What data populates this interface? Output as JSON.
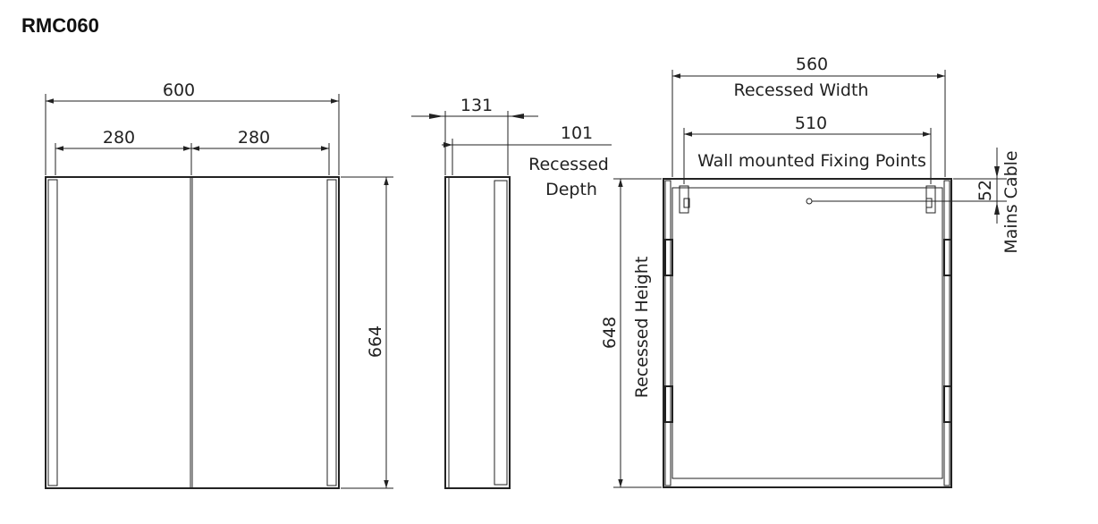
{
  "title": "RMC060",
  "front": {
    "width_total": "600",
    "door_left": "280",
    "door_right": "280",
    "height": "664"
  },
  "side": {
    "depth_total": "131",
    "depth_recessed": "101",
    "recessed_label_1": "Recessed",
    "recessed_label_2": "Depth"
  },
  "back": {
    "recessed_width": "560",
    "recessed_width_label": "Recessed Width",
    "fixing_width": "510",
    "fixing_label": "Wall mounted Fixing Points",
    "recessed_height": "648",
    "recessed_height_label": "Recessed Height",
    "cable_offset": "52",
    "cable_label": "Mains Cable"
  }
}
